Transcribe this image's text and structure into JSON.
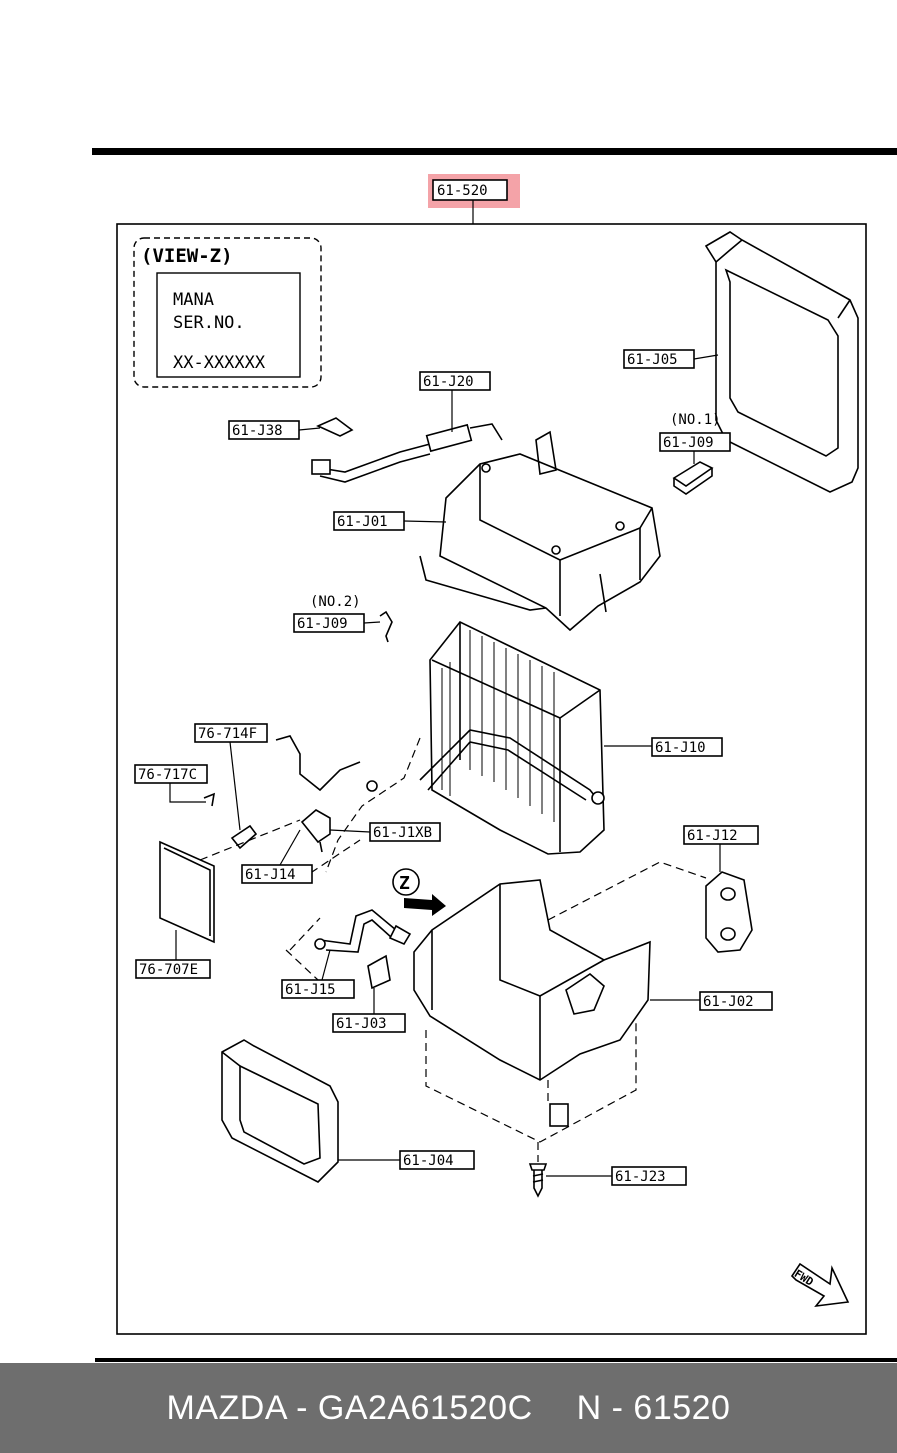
{
  "diagram": {
    "main_part_label": "61-520",
    "highlight_color": "#f4a3a8",
    "view_box": {
      "title": "(VIEW-Z)",
      "line1": "MANA",
      "line2": "SER.NO.",
      "line3": "XX-XXXXXX"
    },
    "callouts": {
      "j05": "61-J05",
      "j20": "61-J20",
      "j38": "61-J38",
      "j09_no1_note": "(NO.1)",
      "j09_no1": "61-J09",
      "j01": "61-J01",
      "j09_no2_note": "(NO.2)",
      "j09_no2": "61-J09",
      "j10": "61-J10",
      "c714f": "76-714F",
      "c717c": "76-717C",
      "j1xb": "61-J1XB",
      "j14": "61-J14",
      "j12": "61-J12",
      "c707e": "76-707E",
      "j15": "61-J15",
      "j03": "61-J03",
      "j02": "61-J02",
      "j04": "61-J04",
      "j23": "61-J23"
    },
    "view_marker": "Z",
    "fwd_marker": "FWD"
  },
  "footer": {
    "brand_part": "MAZDA - GA2A61520C",
    "ref": "N - 61520"
  }
}
